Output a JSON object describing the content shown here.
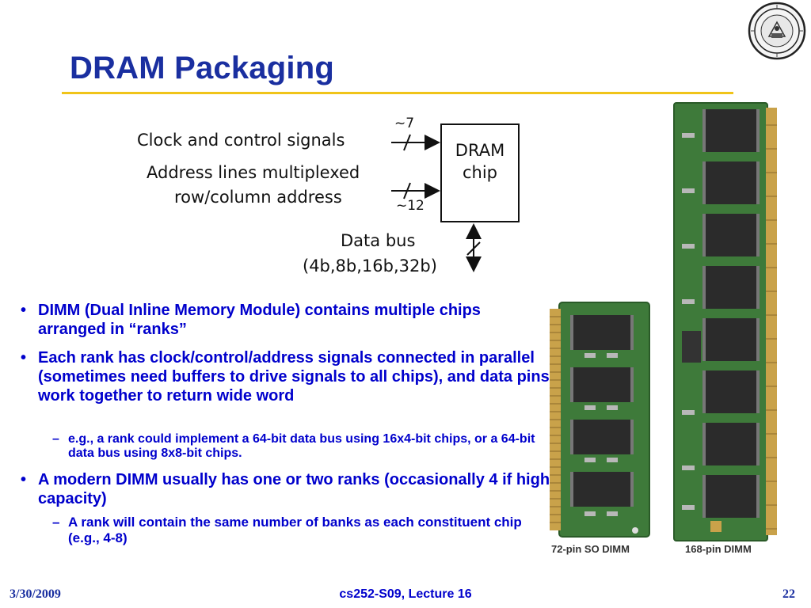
{
  "slide": {
    "title": "DRAM Packaging"
  },
  "diagram": {
    "chip_line1": "DRAM",
    "chip_line2": "chip",
    "clock_label": "Clock and control signals",
    "clock_width": "~7",
    "address_line1": "Address lines multiplexed",
    "address_line2": "row/column address",
    "address_width": "~12",
    "data_line1": "Data bus",
    "data_line2": "(4b,8b,16b,32b)"
  },
  "bullets": [
    {
      "text": "DIMM (Dual Inline Memory Module) contains multiple chips arranged in “ranks”"
    },
    {
      "text": "Each rank has clock/control/address signals connected in parallel (sometimes need buffers to drive signals to all chips), and data pins work together to return wide word",
      "sub": "e.g., a rank could implement a 64-bit data bus using 16x4-bit chips, or a 64-bit data bus using 8x8-bit chips."
    },
    {
      "text": "A modern DIMM usually has one or two ranks (occasionally 4 if high capacity)",
      "sub": "A rank will contain the same number of banks as each constituent chip (e.g., 4-8)"
    }
  ],
  "images": {
    "so_dimm_caption": "72-pin SO DIMM",
    "dimm168_caption": "168-pin DIMM"
  },
  "footer": {
    "date": "3/30/2009",
    "course": "cs252-S09, Lecture 16",
    "page": "22"
  },
  "colors": {
    "title": "#1a2fa0",
    "rule": "#f0c419",
    "bullet_text": "#0000cc",
    "pcb_green": "#3e7a3a",
    "chip_black": "#2b2b2b",
    "gold_pins": "#c9a24a"
  }
}
